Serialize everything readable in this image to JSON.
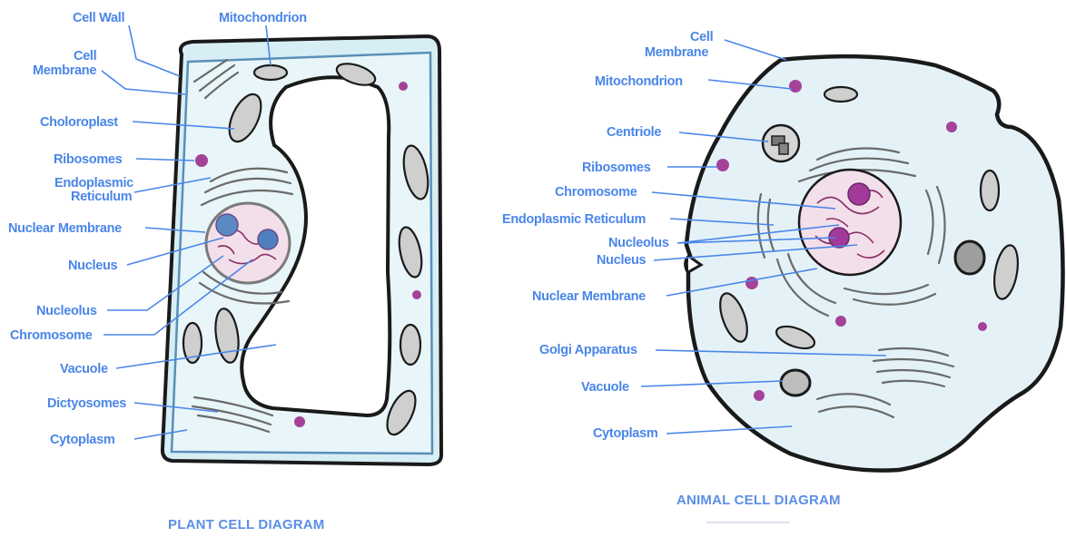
{
  "plant": {
    "title": "PLANT CELL DIAGRAM",
    "labels": {
      "cell_wall": "Cell Wall",
      "cell_membrane_1": "Cell",
      "cell_membrane_2": "Membrane",
      "mitochondrion": "Mitochondrion",
      "chloroplast": "Choloroplast",
      "ribosomes": "Ribosomes",
      "er_1": "Endoplasmic",
      "er_2": "Reticulum",
      "nuclear_membrane": "Nuclear Membrane",
      "nucleus": "Nucleus",
      "nucleolus": "Nucleolus",
      "chromosome": "Chromosome",
      "vacuole": "Vacuole",
      "dictyosomes": "Dictyosomes",
      "cytoplasm": "Cytoplasm"
    }
  },
  "animal": {
    "title": "ANIMAL CELL DIAGRAM",
    "labels": {
      "cell_membrane_1": "Cell",
      "cell_membrane_2": "Membrane",
      "mitochondrion": "Mitochondrion",
      "centriole": "Centriole",
      "ribosomes": "Ribosomes",
      "chromosome": "Chromosome",
      "er": "Endoplasmic Reticulum",
      "nucleolus": "Nucleolus",
      "nucleus": "Nucleus",
      "nuclear_membrane": "Nuclear Membrane",
      "golgi": "Golgi Apparatus",
      "vacuole": "Vacuole",
      "cytoplasm": "Cytoplasm"
    }
  },
  "colors": {
    "label": "#4a86e8",
    "cytoplasm": "#e6f4f8",
    "nucleus": "#f3d9e8",
    "ribosome": "#a4429a",
    "outline": "#1a1a1a"
  }
}
